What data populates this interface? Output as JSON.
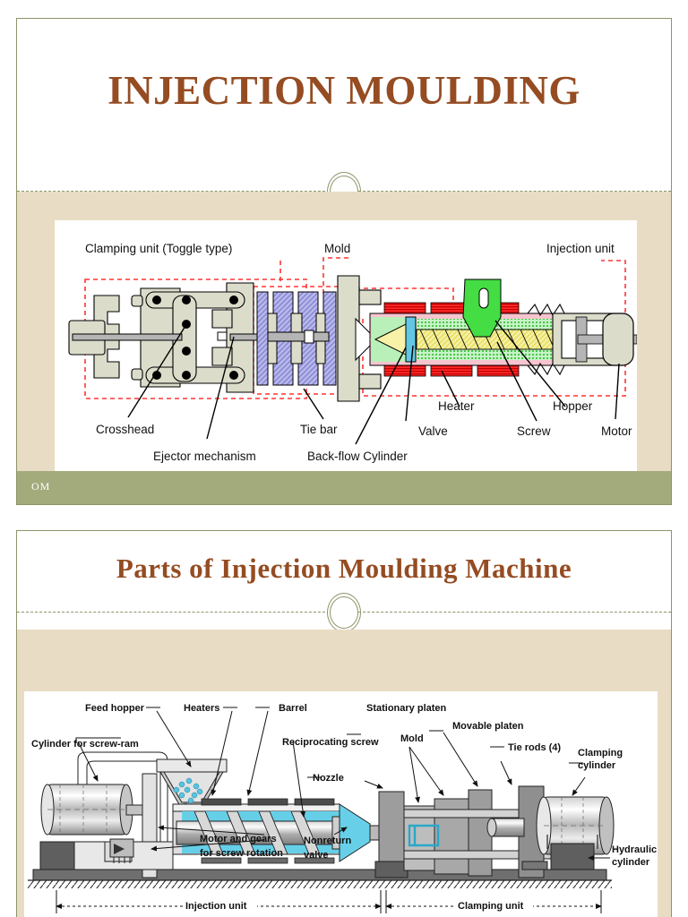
{
  "document": {
    "type": "presentation-slides",
    "colors": {
      "title_brown": "#954c22",
      "band_beige": "#e8dcc4",
      "footer_olive": "#a3ab7c",
      "border_olive": "#8d9468",
      "diagram_red": "#ff2a2a",
      "diagram_green": "#33cc33",
      "diagram_blue": "#9a9ae0",
      "diagram_cyan": "#5bc8e8"
    }
  },
  "slide1": {
    "title": "INJECTION MOULDING",
    "footer_text": "OM",
    "figure": {
      "name": "injection-moulding-machine-schematic",
      "labels": {
        "clamping_unit": "Clamping unit (Toggle type)",
        "mold": "Mold",
        "injection_unit": "Injection unit",
        "crosshead": "Crosshead",
        "ejector": "Ejector mechanism",
        "tie_bar": "Tie bar",
        "back_flow": "Back-flow Cylinder",
        "valve": "Valve",
        "heater": "Heater",
        "screw": "Screw",
        "hopper": "Hopper",
        "motor": "Motor"
      }
    }
  },
  "slide2": {
    "title": "Parts of Injection Moulding Machine",
    "figure": {
      "name": "reciprocating-screw-injection-machine-diagram",
      "labels": {
        "cylinder_screw_ram": "Cylinder for screw-ram",
        "feed_hopper": "Feed hopper",
        "heaters": "Heaters",
        "barrel": "Barrel",
        "reciprocating_screw": "Reciprocating screw",
        "nozzle": "Nozzle",
        "stationary_platen": "Stationary platen",
        "mold": "Mold",
        "movable_platen": "Movable platen",
        "tie_rods": "Tie rods (4)",
        "clamping_cylinder_l1": "Clamping",
        "clamping_cylinder_l2": "cylinder",
        "motor_gears_l1": "Motor and gears",
        "motor_gears_l2": "for screw rotation",
        "nonreturn_l1": "Nonreturn",
        "nonreturn_l2": "valve",
        "hydraulic_l1": "Hydraulic",
        "hydraulic_l2": "cylinder",
        "dim_injection": "Injection unit",
        "dim_clamping": "Clamping unit"
      }
    }
  }
}
